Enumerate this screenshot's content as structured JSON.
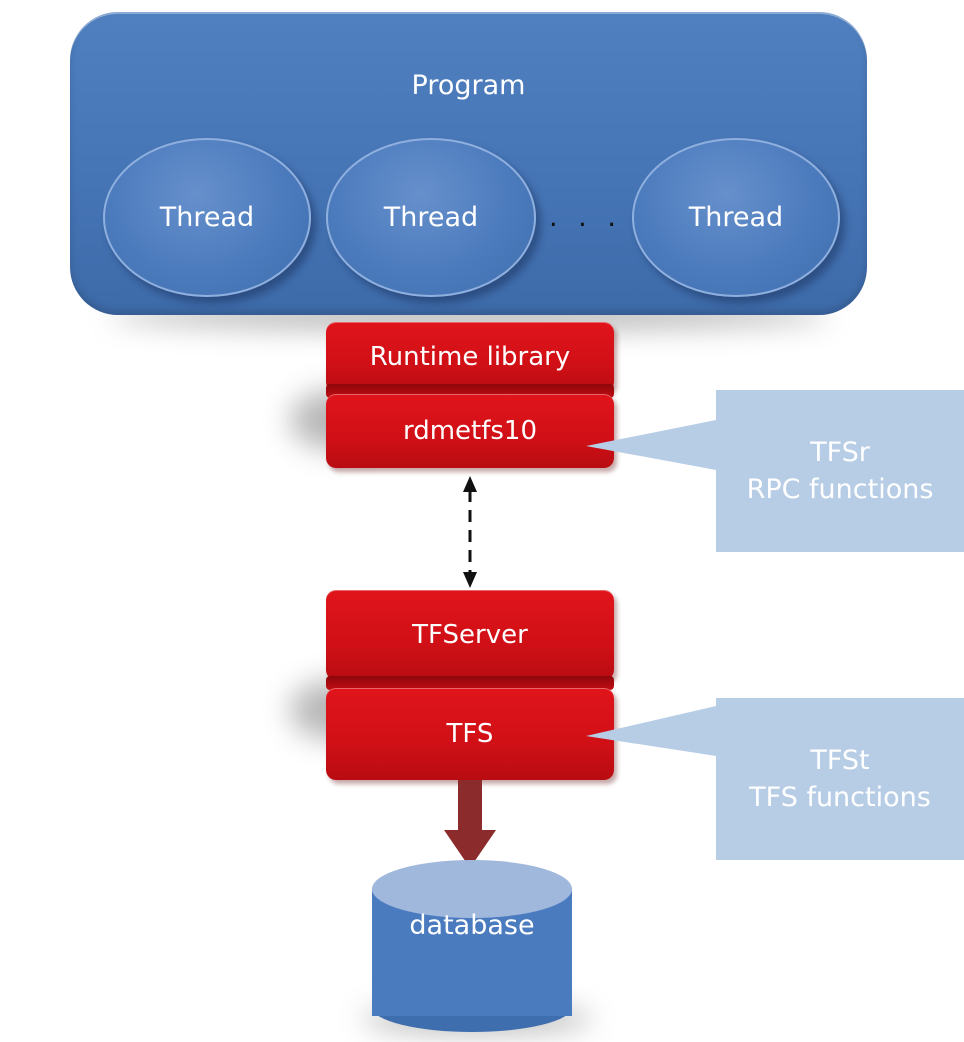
{
  "program": {
    "title": "Program"
  },
  "threads": {
    "t1": "Thread",
    "t2": "Thread",
    "t3": "Thread",
    "ellipsis": ". . ."
  },
  "client_stack": {
    "runtime": "Runtime library",
    "rpc": "rdmetfs10"
  },
  "server_stack": {
    "server": "TFServer",
    "tfs": "TFS"
  },
  "callouts": {
    "rpc": {
      "line1": "TFSr",
      "line2": "RPC functions"
    },
    "tfs": {
      "line1": "TFSt",
      "line2": "TFS functions"
    }
  },
  "database": {
    "label": "database"
  },
  "colors": {
    "program_blue": "#4a7bbf",
    "stack_red": "#d01016",
    "callout_blue": "#b7cde6",
    "arrow_darkred": "#8b2b2b"
  }
}
